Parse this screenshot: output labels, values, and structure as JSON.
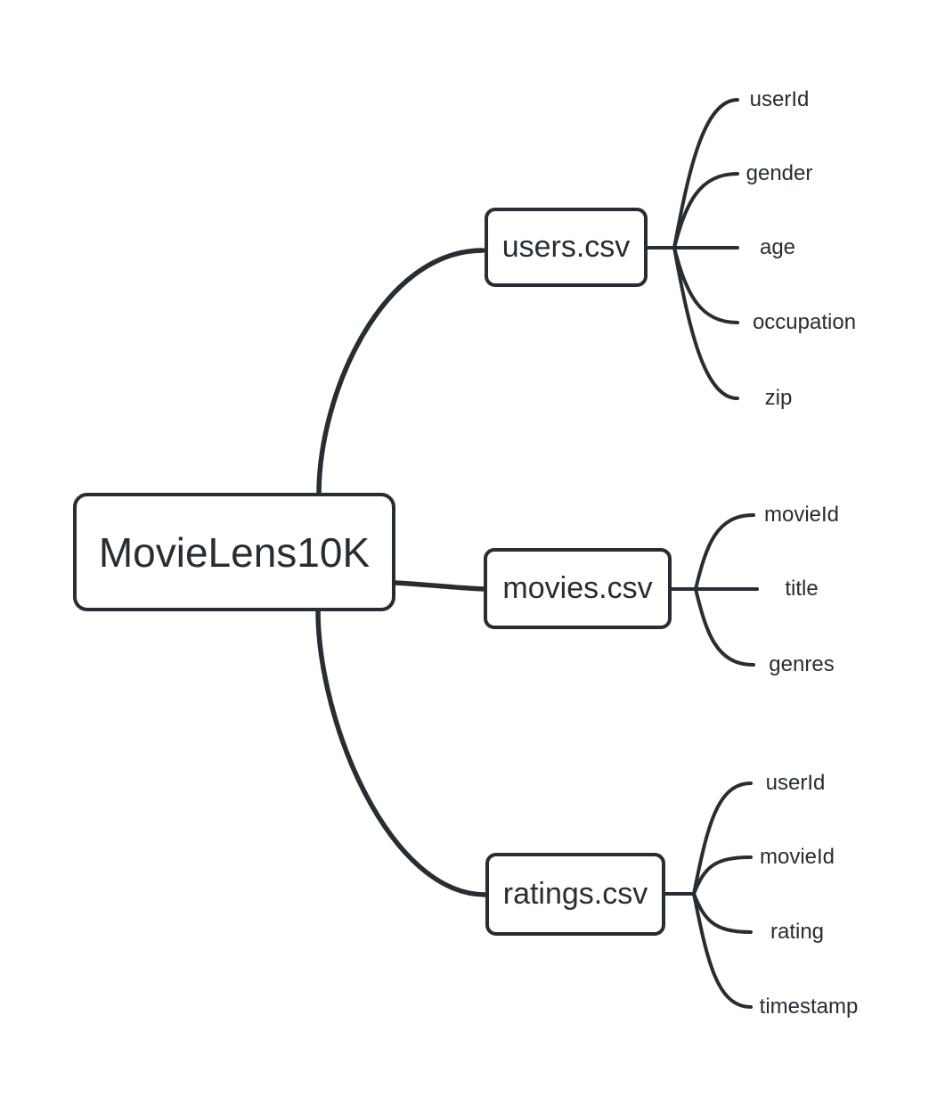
{
  "colors": {
    "ink": "#262d33",
    "background": "#ffffff"
  },
  "diagram": {
    "root": {
      "label": "MovieLens10K"
    },
    "branches": [
      {
        "label": "users.csv",
        "leaves": [
          "userId",
          "gender",
          "age",
          "occupation",
          "zip"
        ]
      },
      {
        "label": "movies.csv",
        "leaves": [
          "movieId",
          "title",
          "genres"
        ]
      },
      {
        "label": "ratings.csv",
        "leaves": [
          "userId",
          "movieId",
          "rating",
          "timestamp"
        ]
      }
    ]
  }
}
